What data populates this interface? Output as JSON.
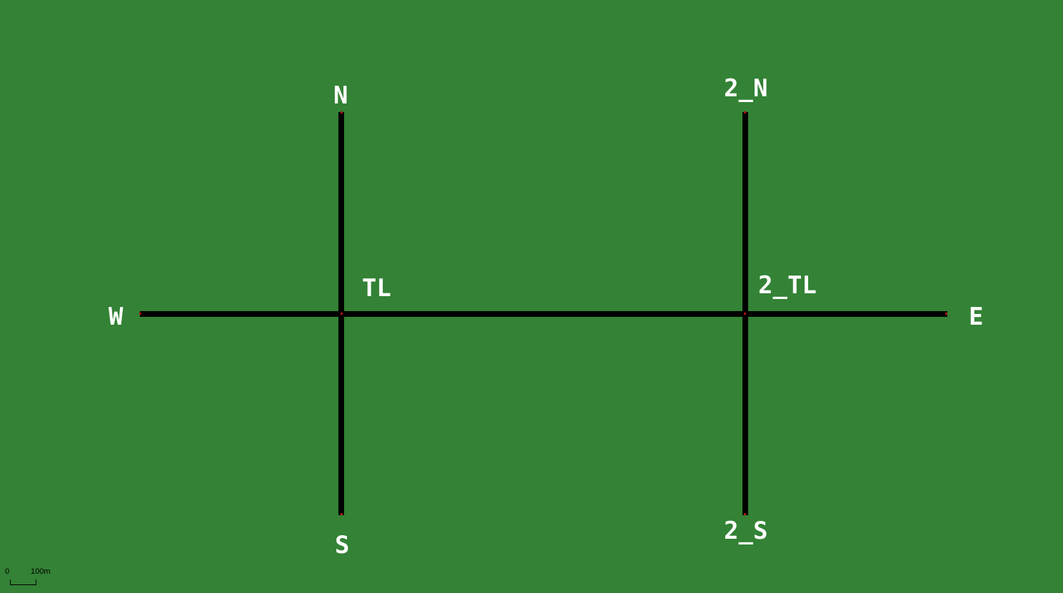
{
  "map": {
    "background_color": "#338235",
    "road_color": "#000000",
    "label_color": "#ffffff",
    "nodes": {
      "n": "N",
      "s": "S",
      "w": "W",
      "e": "E",
      "tl": "TL",
      "n2": "2_N",
      "s2": "2_S",
      "tl2": "2_TL"
    },
    "scale": {
      "zero_label": "0",
      "distance_label": "100m"
    }
  }
}
